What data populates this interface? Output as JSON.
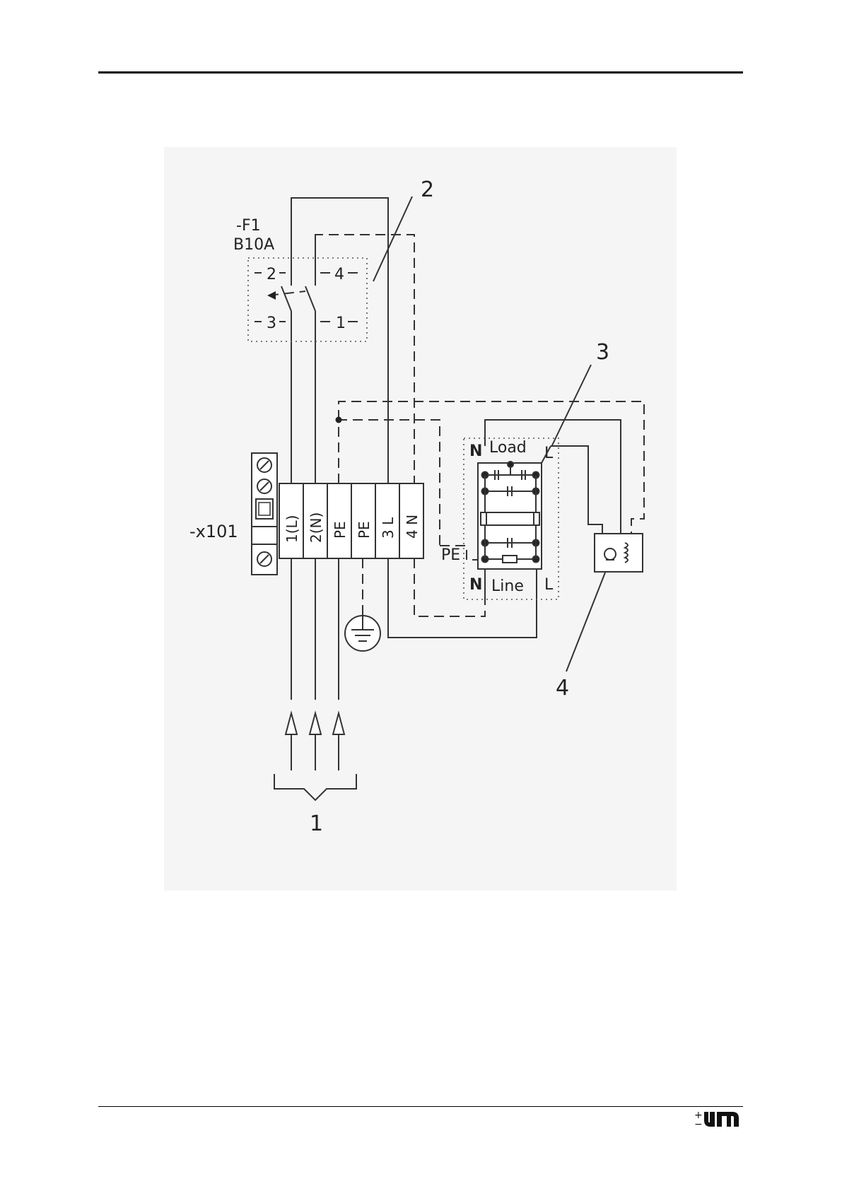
{
  "diagram": {
    "breaker_label": "-F1",
    "breaker_rating": "B10A",
    "breaker_terminals": [
      "2",
      "4",
      "3",
      "1"
    ],
    "terminal_block_label": "-x101",
    "terminals": [
      "1(L)",
      "2(N)",
      "PE",
      "PE",
      "3 L",
      "4 N"
    ],
    "filter": {
      "load_label": "Load",
      "line_label": "Line",
      "n_top": "N",
      "l_top": "L",
      "n_bottom": "N",
      "l_bottom": "L",
      "pe_label": "PE"
    },
    "callouts": [
      "1",
      "2",
      "3",
      "4"
    ]
  },
  "colors": {
    "background": "#ffffff",
    "diagram_panel": "#f5f5f5",
    "line": "#333333"
  },
  "icons": [
    "ground-symbol-icon",
    "fan-motor-icon",
    "input-arrow-icon",
    "screw-icon",
    "company-logo"
  ]
}
